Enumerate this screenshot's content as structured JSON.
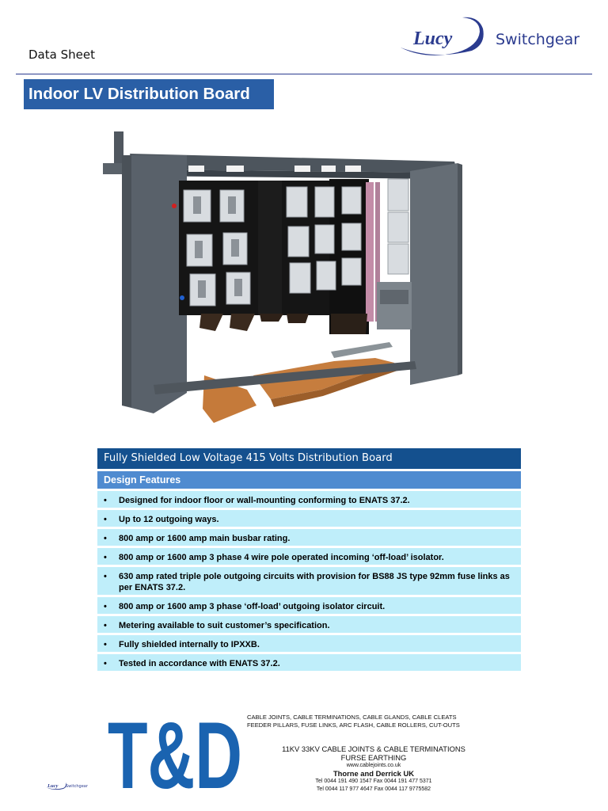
{
  "header": {
    "label": "Data Sheet",
    "logo": {
      "word1": "Lucy",
      "word2": "Switchgear"
    }
  },
  "title": "Indoor LV Distribution Board",
  "table": {
    "title": "Fully Shielded Low Voltage 415 Volts Distribution Board",
    "subtitle": "Design Features",
    "bullet": "•",
    "features": [
      "Designed for indoor floor or wall-mounting conforming to ENATS 37.2.",
      "Up to 12 outgoing ways.",
      "800 amp or 1600 amp main busbar rating.",
      "800 amp or 1600 amp 3 phase 4 wire pole operated incoming ‘off-load’ isolator.",
      "630 amp rated triple pole outgoing circuits with provision for BS88 JS type 92mm fuse links as per ENATS 37.2.",
      "800 amp or 1600 amp 3 phase ‘off-load’ outgoing isolator circuit.",
      "Metering available to suit customer’s specification.",
      "Fully shielded internally to IPXXB.",
      "Tested in accordance with ENATS 37.2."
    ]
  },
  "footer": {
    "logo_text": "T&D",
    "small_logo": {
      "word1": "Lucy",
      "word2": "Switchgear"
    },
    "line1": "CABLE JOINTS, CABLE TERMINATIONS, CABLE GLANDS, CABLE CLEATS",
    "line2": "FEEDER PILLARS, FUSE LINKS, ARC FLASH, CABLE ROLLERS, CUT-OUTS",
    "line3": "11KV  33KV CABLE JOINTS & CABLE TERMINATIONS",
    "line4": "FURSE EARTHING",
    "website": "www.cablejoints.co.uk",
    "company": "Thorne and Derrick UK",
    "tel1": "Tel  0044 191 490 1547  Fax 0044 191 477 5371",
    "tel2": "Tel  0044 117 977 4647  Fax 0044 117 9775582"
  },
  "colors": {
    "brand_navy": "#2b3b8f",
    "title_blue": "#2a5fa6",
    "table_header": "#14508e",
    "table_sub": "#4f8bd0",
    "row_fill": "#bfeefa",
    "td_blue": "#1a63b0"
  }
}
